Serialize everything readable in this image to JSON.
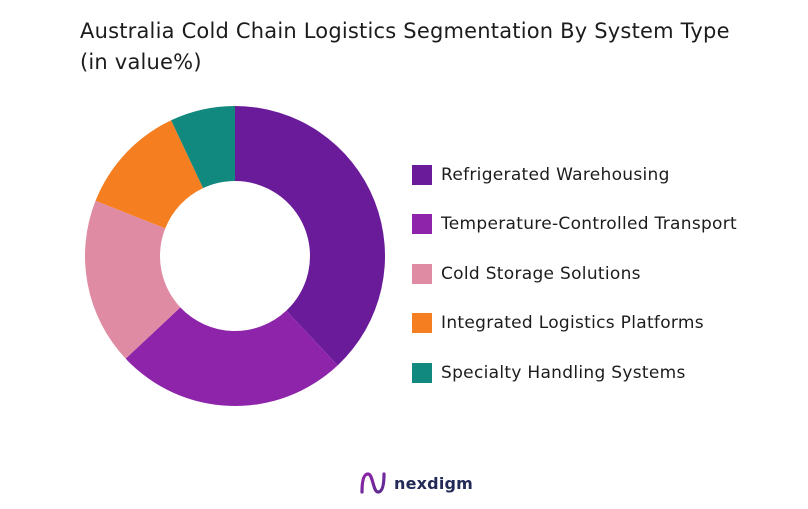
{
  "title": "Australia Cold Chain Logistics  Segmentation By System Type (in value%)",
  "brand": {
    "name": "nexdigm",
    "logo_icon": "nexdigm-n-logo-icon"
  },
  "chart_data": {
    "type": "pie",
    "style": "donut",
    "title": "Australia Cold Chain Logistics  Segmentation By System Type (in value%)",
    "legend_position": "right",
    "start_angle": "12 o'clock, clockwise",
    "categories": [
      "Refrigerated Warehousing",
      "Temperature-Controlled Transport",
      "Cold Storage Solutions",
      "Integrated Logistics Platforms",
      "Specialty Handling Systems"
    ],
    "values": [
      38,
      25,
      18,
      12,
      7
    ],
    "colors": [
      "#6a1b9a",
      "#8e24aa",
      "#e08ba4",
      "#f57f20",
      "#12897e"
    ]
  }
}
